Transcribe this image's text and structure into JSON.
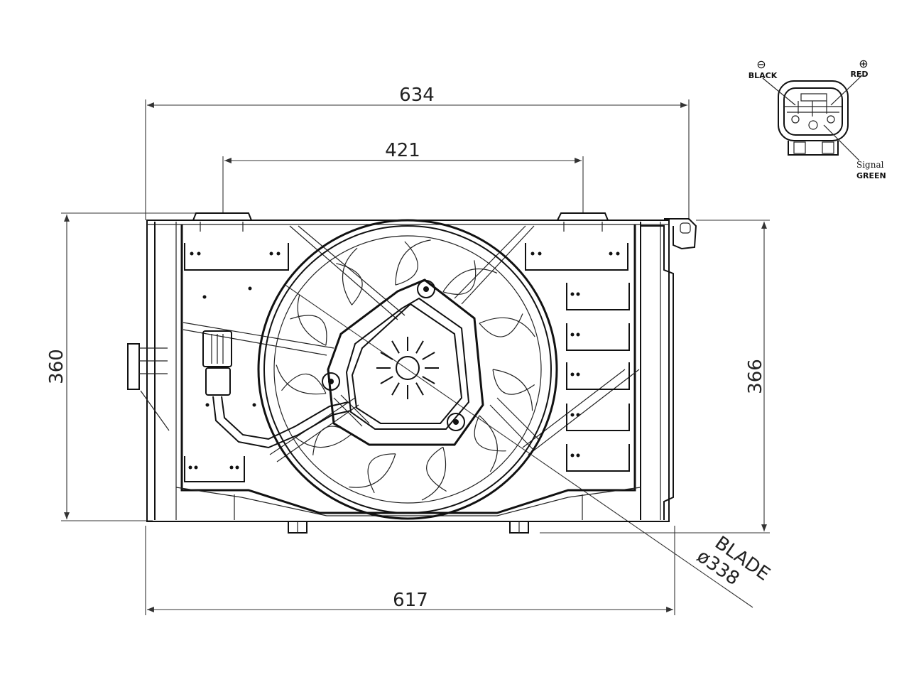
{
  "dimensions": {
    "overall_width": "634",
    "mount_spacing": "421",
    "bottom_width": "617",
    "left_height": "360",
    "right_height": "366",
    "blade_label": "BLADE",
    "blade_diameter": "ø338"
  },
  "connector": {
    "negative_symbol": "⊖",
    "positive_symbol": "⊕",
    "black_label": "BLACK",
    "red_label": "RED",
    "signal_label": "Signal",
    "green_label": "GREEN"
  }
}
